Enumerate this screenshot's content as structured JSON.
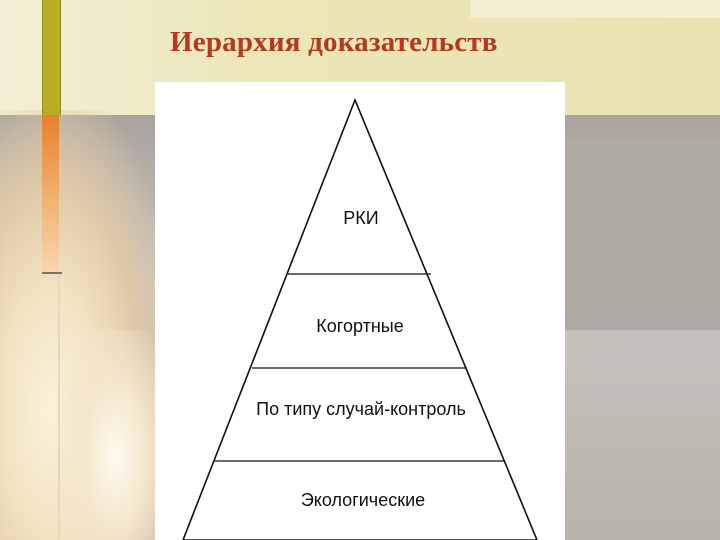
{
  "slide": {
    "title": "Иерархия доказательств"
  },
  "pyramid": {
    "levels": [
      "РКИ",
      "Когортные",
      "По типу случай-контроль",
      "Экологические"
    ]
  }
}
